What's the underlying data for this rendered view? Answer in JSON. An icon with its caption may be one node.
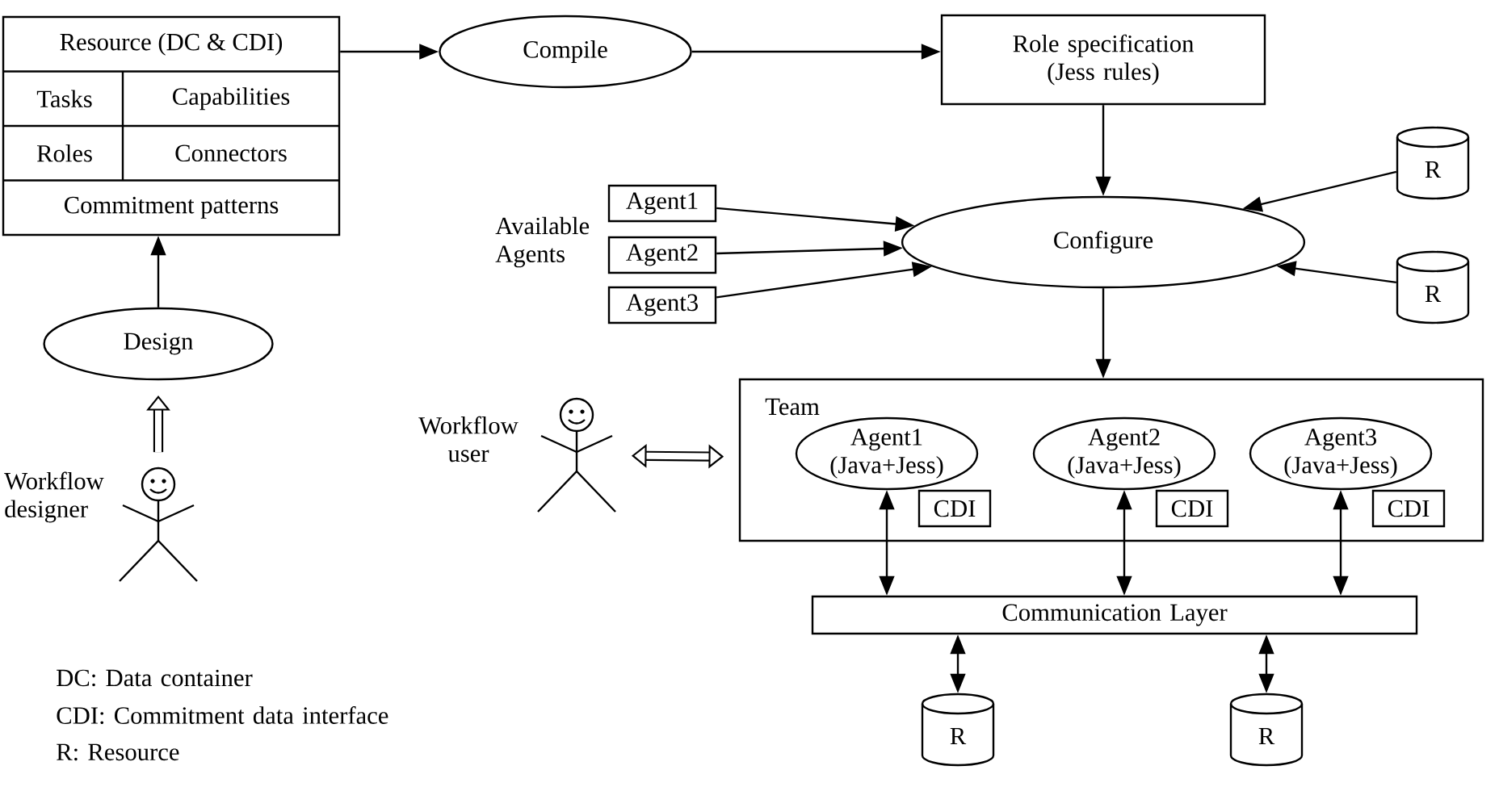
{
  "diagram": {
    "nodes": [
      {
        "text": [
          "Resource (DC & CDI)",
          "Tasks",
          "Capabilities",
          "Roles",
          "Connectors",
          "Commitment patterns"
        ]
      },
      {
        "text": [
          "Compile"
        ]
      },
      {
        "text": [
          "Role specification (Jess rules)"
        ]
      },
      {
        "text": [
          "Agent1"
        ]
      },
      {
        "text": [
          "Agent2"
        ]
      },
      {
        "text": [
          "Agent3"
        ]
      },
      {
        "text": [
          "Configure"
        ]
      },
      {
        "text": [
          "R"
        ]
      },
      {
        "text": [
          "R"
        ]
      },
      {
        "text": [
          "Design"
        ]
      },
      {
        "text": [],
        "shape": "person",
        "beside": [
          "Workflow designer"
        ]
      },
      {
        "text": [],
        "shape": "person",
        "beside": [
          "Workflow user"
        ]
      },
      {
        "text": [
          "Team"
        ]
      },
      {
        "text": [
          "Agent1 (Java+Jess)"
        ],
        "in": 12
      },
      {
        "text": [
          "CDI"
        ],
        "in": 12
      },
      {
        "text": [
          "Agent2 (Java+Jess)"
        ],
        "in": 12
      },
      {
        "text": [
          "CDI"
        ],
        "in": 12
      },
      {
        "text": [
          "Agent3 (Java+Jess)"
        ],
        "in": 12
      },
      {
        "text": [
          "CDI"
        ],
        "in": 12
      },
      {
        "text": [
          "Communication Layer"
        ]
      },
      {
        "text": [
          "R"
        ]
      },
      {
        "text": [
          "R"
        ]
      }
    ],
    "edges": [
      {
        "from": 0,
        "to": 1,
        "arrow": "to"
      },
      {
        "from": 1,
        "to": 2,
        "arrow": "to"
      },
      {
        "from": 2,
        "to": 6,
        "arrow": "to"
      },
      {
        "from": 3,
        "to": 6,
        "arrow": "to"
      },
      {
        "from": 4,
        "to": 6,
        "arrow": "to"
      },
      {
        "from": 5,
        "to": 6,
        "arrow": "to"
      },
      {
        "from": 7,
        "to": 6,
        "arrow": "to"
      },
      {
        "from": 8,
        "to": 6,
        "arrow": "to"
      },
      {
        "from": 6,
        "to": 12,
        "arrow": "to"
      },
      {
        "from": 9,
        "to": 0,
        "arrow": "to"
      },
      {
        "from": 10,
        "to": 9,
        "arrow": "to",
        "style": "thick"
      },
      {
        "from": 11,
        "to": 12,
        "arrow": "both",
        "style": "thick"
      },
      {
        "from": 13,
        "to": 19,
        "arrow": "both"
      },
      {
        "from": 15,
        "to": 19,
        "arrow": "both"
      },
      {
        "from": 17,
        "to": 19,
        "arrow": "both"
      },
      {
        "from": 19,
        "to": 20,
        "arrow": "both"
      },
      {
        "from": 19,
        "to": 21,
        "arrow": "both"
      }
    ],
    "labels": [
      "Available Agents",
      "DC: Data container",
      "CDI: Commitment data interface",
      "R: Resource"
    ]
  }
}
